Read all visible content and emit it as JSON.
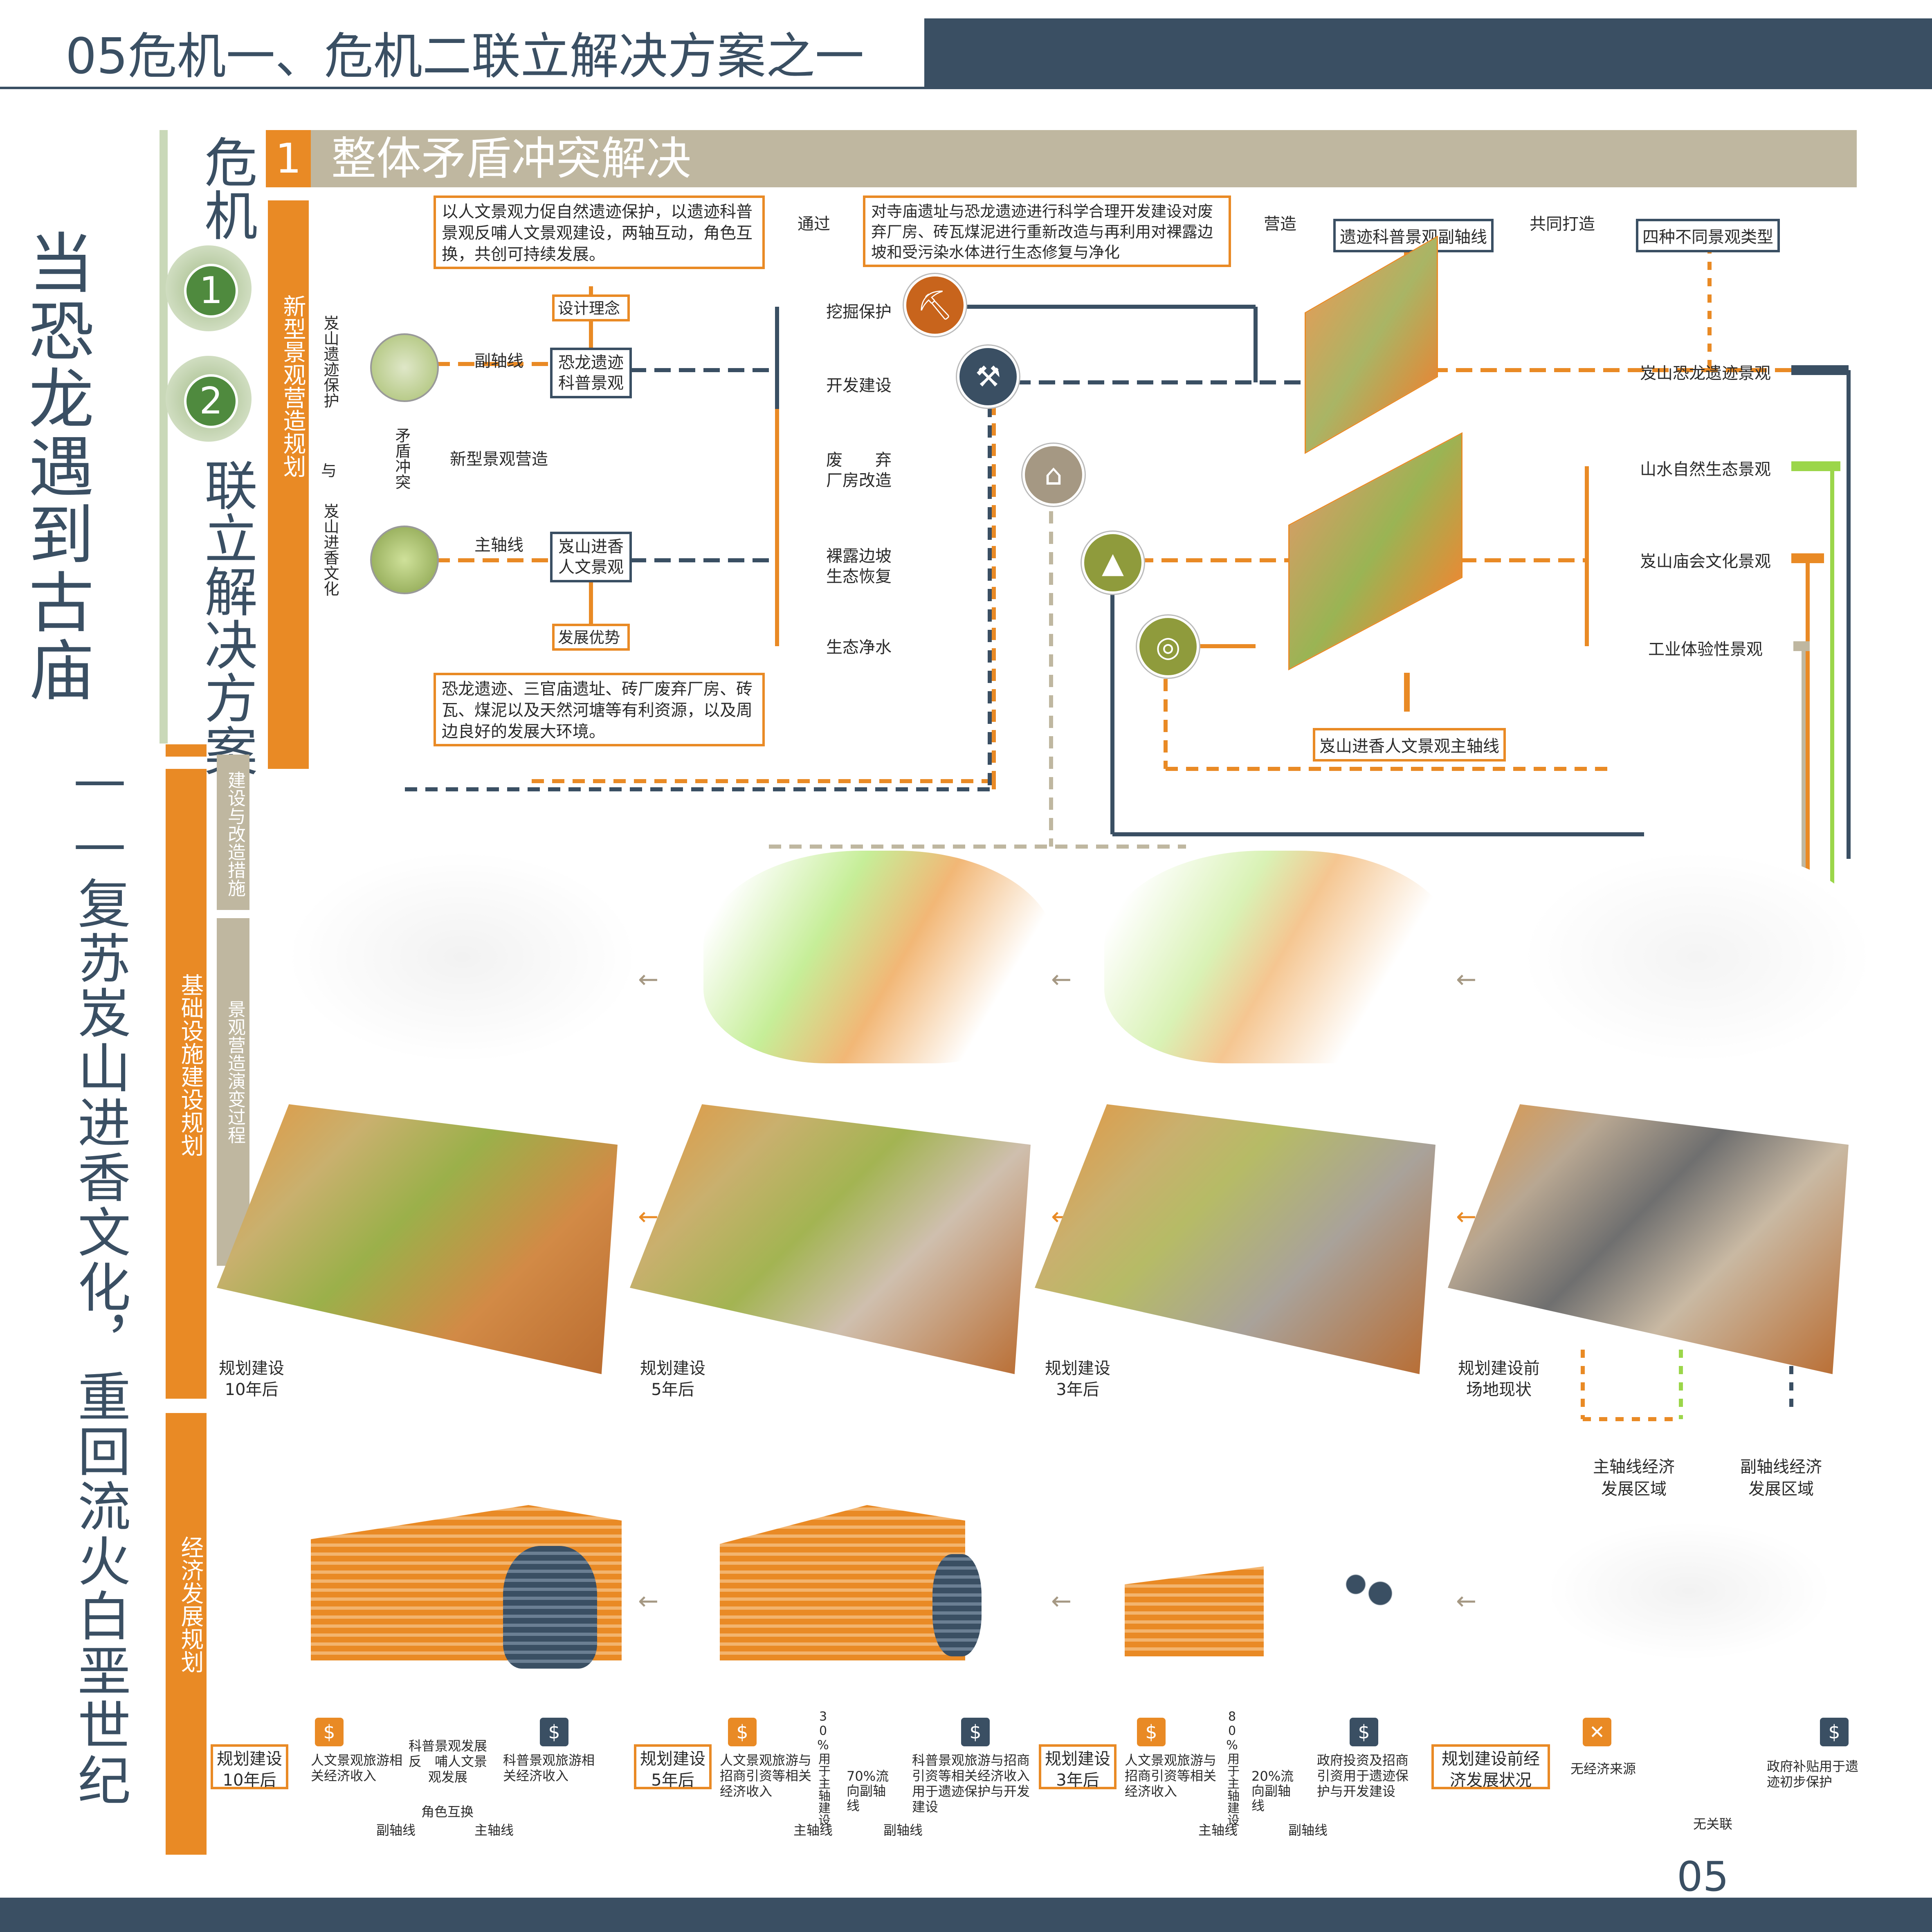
{
  "header": {
    "title": "05危机一、危机二联立解决方案之一"
  },
  "section": {
    "number": "1",
    "title": "整体矛盾冲突解决"
  },
  "side": {
    "main_title": "当恐龙遇到古庙",
    "subtitle": "——复苏岌山进香文化，重回流火白垩世纪",
    "crisis_label": "危机",
    "crisis_1": "1",
    "crisis_2": "2",
    "joint_label": "联立解决方案"
  },
  "bands": {
    "landscape_planning": "新型景观营造规划",
    "infrastructure": "基础设施建设规划",
    "construction_measures": "建设与改造措施",
    "evolution": "景观营造演变过程",
    "economy": "经济发展规划"
  },
  "concept": {
    "idea_text": "以人文景观力促自然遗迹保护，以遗迹科普景观反哺人文景观建设，两轴互动，角色互换，共创可持续发展。",
    "design_idea_label": "设计理念",
    "dev_advantage_label": "发展优势",
    "advantage_text": "恐龙遗迹、三官庙遗址、砖厂废弃厂房、砖瓦、煤泥以及天然河塘等有利资源，以及周边良好的发展大环境。",
    "left_top_label": "岌山遗迹保护",
    "left_bottom_label": "岌山进香文化",
    "and_label": "与",
    "conflict_label": "矛盾冲突",
    "sub_axis_label": "副轴线",
    "main_axis_label": "主轴线",
    "new_landscape_label": "新型景观营造",
    "sub_box": "恐龙遗迹科普景观",
    "main_box": "岌山进香人文景观",
    "via_label": "通过",
    "measures_text": "对寺庙遗址与恐龙遗迹进行科学合理开发建设对废弃厂房、砖瓦煤泥进行重新改造与再利用对裸露边坡和受污染水体进行生态修复与净化",
    "build_label": "营造",
    "sub_axis_box": "遗迹科普景观副轴线",
    "co_build_label": "共同打造",
    "four_types_box": "四种不同景观类型",
    "main_axis_box": "岌山进香人文景观主轴线",
    "actions": [
      "挖掘保护",
      "开发建设",
      "废　　弃厂房改造",
      "裸露边坡生态恢复",
      "生态净水"
    ],
    "landscape_types": [
      "岌山恐龙遗迹景观",
      "山水自然生态景观",
      "岌山庙会文化景观",
      "工业体验性景观"
    ]
  },
  "stages": {
    "s10": "规划建设10年后",
    "s5": "规划建设5年后",
    "s3": "规划建设3年后",
    "s0": "规划建设前场地现状"
  },
  "economy": {
    "main_zone": "主轴线经济发展区域",
    "sub_zone": "副轴线经济发展区域",
    "b10": "规划建设10年后",
    "b5": "规划建设5年后",
    "b3": "规划建设3年后",
    "b0": "规划建设前经济发展状况",
    "e10_a": "人文景观旅游相关经济收入",
    "e10_b": "科普景观发展反　哺人文景观发展",
    "e10_c": "科普景观旅游相关经济收入",
    "e10_swap": "角色互换",
    "e10_sub": "副轴线",
    "e10_main": "主轴线",
    "e5_a": "人文景观旅游与招商引资等相关经济收入",
    "e5_pct": "30%用于主轴建设",
    "e5_flow": "70%流向副轴线",
    "e5_b": "科普景观旅游与招商引资等相关经济收入用于遗迹保护与开发建设",
    "e5_main": "主轴线",
    "e5_sub": "副轴线",
    "e3_a": "人文景观旅游与招商引资等相关经济收入",
    "e3_pct": "80%用于主轴建设",
    "e3_flow": "20%流向副轴线",
    "e3_b": "政府投资及招商引资用于遗迹保护与开发建设",
    "e3_main": "主轴线",
    "e3_sub": "副轴线",
    "e0_a": "无经济来源",
    "e0_b": "政府补贴用于遗迹初步保护",
    "e0_c": "无关联"
  },
  "page": {
    "number": "05"
  },
  "colors": {
    "navy": "#3a4f63",
    "orange": "#e98a25",
    "taupe": "#bfb7a0",
    "green": "#9bd64a",
    "olive": "#8f9b3c"
  },
  "icons": {
    "dig": "excavation-icon",
    "build": "construction-icon",
    "factory": "factory-icon",
    "slope": "slope-icon",
    "water": "water-icon",
    "money": "money-bag-icon"
  }
}
